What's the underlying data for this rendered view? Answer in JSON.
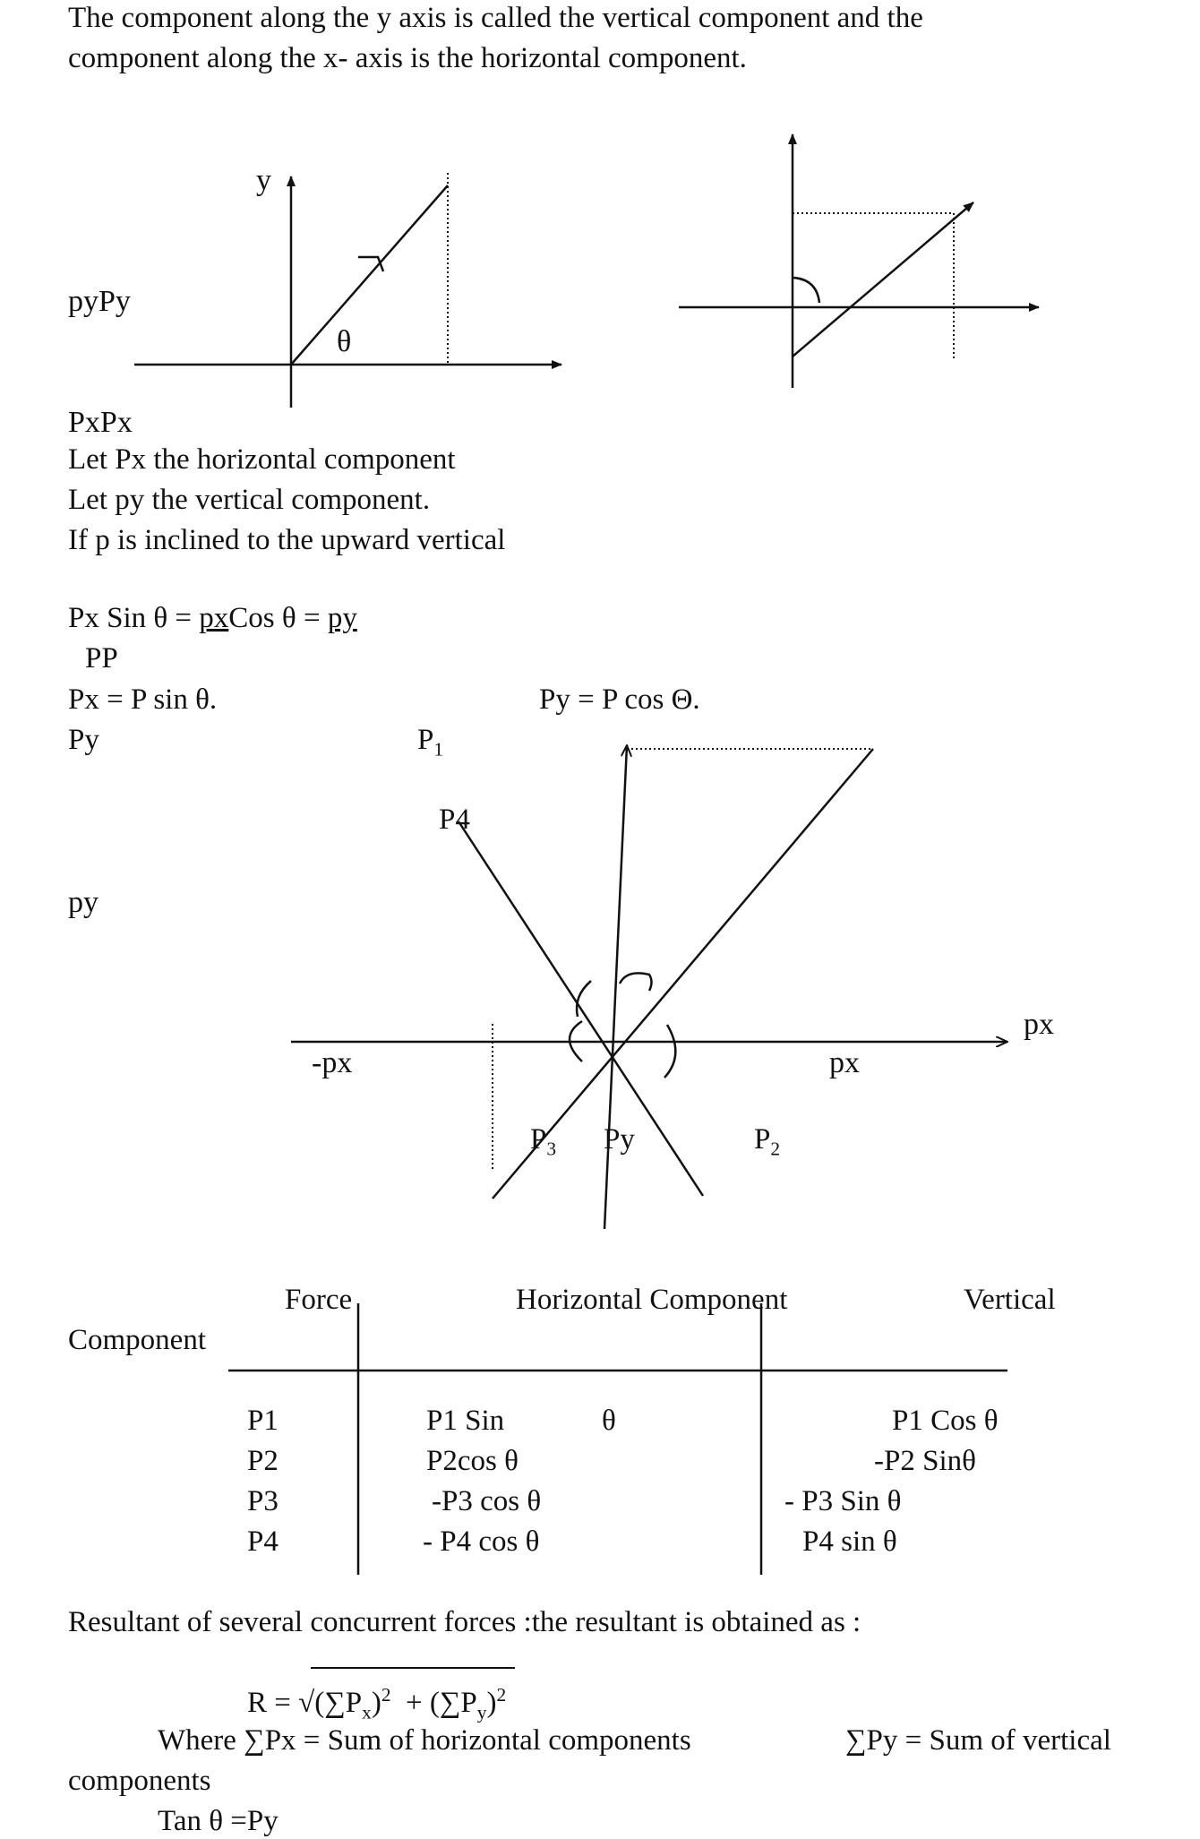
{
  "intro": {
    "line1": "The component along the y axis is called the vertical component and the",
    "line2": "component along the x- axis is the horizontal component."
  },
  "diagram1": {
    "y_label": "y",
    "theta_label": "θ",
    "py_label": "pyPy",
    "px_label": "PxPx"
  },
  "definitions": {
    "line1": "Let Px the horizontal component",
    "line2": "Let py the vertical component.",
    "line3": "If p is inclined to the upward vertical"
  },
  "formulas": {
    "sin_prefix": "Px Sin θ = ",
    "sin_num": "px",
    "cos_mid": "Cos θ = ",
    "cos_num": "py",
    "denominators": "PP",
    "px_eq": "Px  = P sin θ.",
    "py_eq": "Py = P cos Θ.",
    "py_side": "Py"
  },
  "diagram2": {
    "p1": "P",
    "p1_sub": "1",
    "p4": "P4",
    "py_left": "py",
    "neg_px": "-px",
    "px_mid": "px",
    "px_arrow": "px",
    "p3": "P",
    "p3_sub": "3",
    "py_bottom": "Py",
    "p2": "P",
    "p2_sub": "2"
  },
  "table": {
    "headers": {
      "force": "Force",
      "horizontal": "Horizontal Component",
      "vertical": "Vertical",
      "component": "Component"
    },
    "forces": [
      "P1",
      "P2",
      "P3",
      "P4"
    ],
    "horizontal": [
      "P1 Sin",
      "P2cos θ",
      "-P3 cos θ",
      "- P4 cos θ"
    ],
    "horizontal_theta": "θ",
    "vertical": [
      "P1 Cos θ",
      "-P2 Sinθ",
      "- P3 Sin θ",
      "P4 sin θ"
    ]
  },
  "resultant": {
    "intro": "Resultant of several concurrent forces :the resultant is obtained as :",
    "r_eq": "R = √(∑P",
    "r_x": "x",
    "r_mid": ")",
    "r_sq1": "2",
    "r_plus": "  + (∑P",
    "r_y": "y",
    "r_end": ")",
    "r_sq2": "2",
    "where_px": "Where ∑Px = Sum of horizontal components",
    "where_py": "∑Py = Sum of vertical",
    "components": "components",
    "tan": "Tan θ  =Py"
  }
}
